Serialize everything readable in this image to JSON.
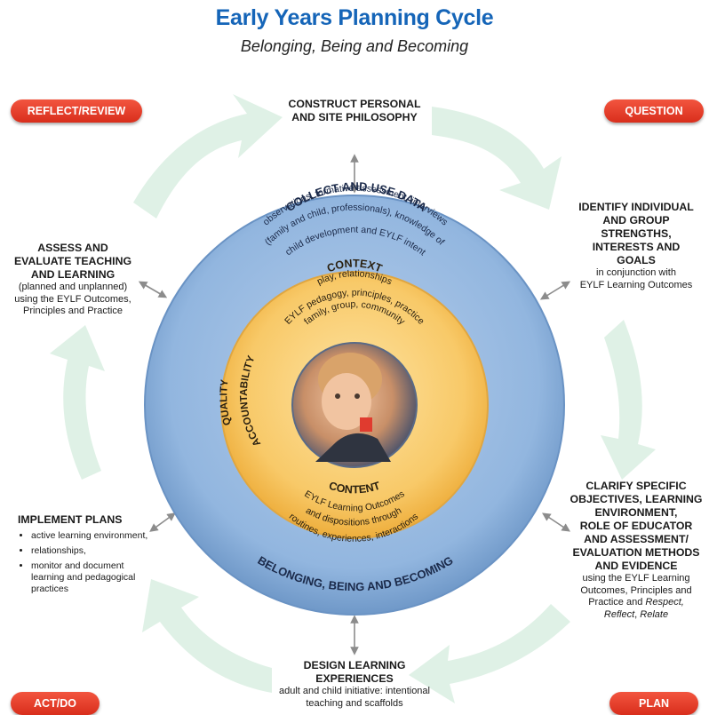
{
  "title": "Early Years Planning Cycle",
  "subtitle": "Belonging, Being and Becoming",
  "stage_labels": {
    "reflect": "REFLECT/REVIEW",
    "question": "QUESTION",
    "act": "ACT/DO",
    "plan": "PLAN"
  },
  "top_box": {
    "line1": "CONSTRUCT PERSONAL",
    "line2": "AND SITE PHILOSOPHY"
  },
  "right_top_box": {
    "heading": [
      "IDENTIFY INDIVIDUAL",
      "AND GROUP",
      "STRENGTHS,",
      "INTERESTS AND",
      "GOALS"
    ],
    "note": [
      "in conjunction with",
      "EYLF Learning Outcomes"
    ]
  },
  "right_bottom_box": {
    "heading": [
      "CLARIFY SPECIFIC",
      "OBJECTIVES, LEARNING",
      "ENVIRONMENT,",
      "ROLE OF EDUCATOR",
      "AND ASSESSMENT/",
      "EVALUATION METHODS",
      "AND EVIDENCE"
    ],
    "note_1": "using the EYLF Learning",
    "note_2": "Outcomes, Principles and",
    "note_3_pre": "Practice and ",
    "note_3_em": "Respect,",
    "note_4_em": "Reflect",
    "note_4_mid": ", ",
    "note_4_em2": "Relate"
  },
  "bottom_box": {
    "heading": [
      "DESIGN LEARNING",
      "EXPERIENCES"
    ],
    "note": [
      "adult and child initiative: intentional",
      "teaching and scaffolds"
    ]
  },
  "left_top_box": {
    "heading": [
      "ASSESS AND",
      "EVALUATE TEACHING",
      "AND LEARNING"
    ],
    "note": [
      "(planned and unplanned)",
      "using the EYLF Outcomes,",
      "Principles and Practice"
    ]
  },
  "left_bottom_box": {
    "heading": "IMPLEMENT PLANS",
    "bullets": [
      "active learning environment,",
      "relationships,",
      "monitor and document learning and pedagogical practices"
    ]
  },
  "outer_ring": {
    "top_heading": "COLLECT AND USE DATA",
    "top_line1": "observations, formative assessment, interviews",
    "top_line2": "(family and child, professionals), knowledge of",
    "top_line3": "child development and EYLF intent",
    "bottom_text": "BELONGING, BEING AND BECOMING"
  },
  "inner_ring": {
    "context_heading": "CONTEXT",
    "context_line1": "family, group, community",
    "context_line2": "EYLF pedagogy, principles, practice",
    "context_line3": "play, relationships",
    "side_line1": "QUALITY",
    "side_line2": "ACCOUNTABILITY",
    "content_heading": "CONTENT",
    "content_line1": "EYLF Learning Outcomes",
    "content_line2": "and dispositions through",
    "content_line3": "routines, experiences, interactions"
  },
  "colors": {
    "title_blue": "#1565b8",
    "pill_red": "#e23d28",
    "outer_ring_blue": "#8fb4de",
    "inner_ring_orange": "#f7c766",
    "cycle_arrow_green": "#dff1e6",
    "connector_grey": "#8c8c8c"
  }
}
